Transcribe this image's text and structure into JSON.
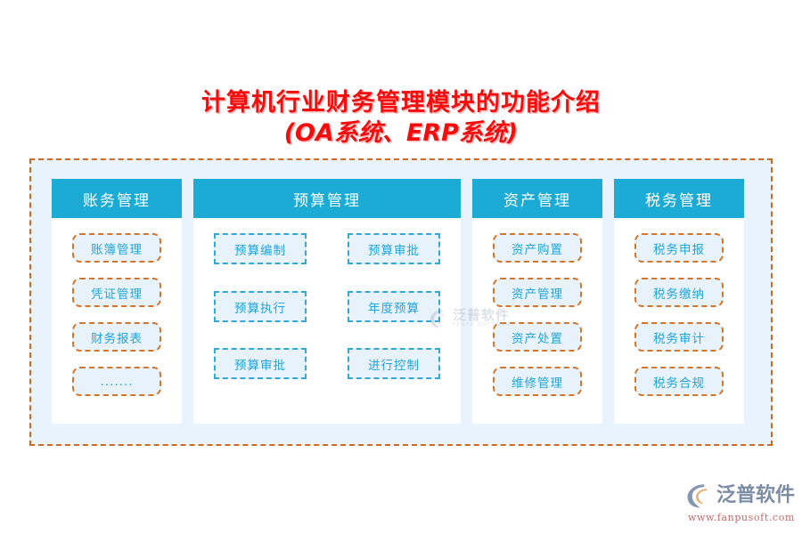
{
  "title": {
    "line1": "计算机行业财务管理模块的功能介绍",
    "line2": "(OA系统、ERP系统)",
    "color": "#f30d0d"
  },
  "theme": {
    "header_bg": "#1cabd4",
    "board_bg": "#e8f3fd",
    "board_border": "#cf6a20",
    "chip_bg": "#e7f2fb",
    "chip_text": "#22a5d8",
    "chip_border_orange": "#d2762c",
    "chip_border_cyan": "#33a8d6",
    "panel_bg": "#ffffff"
  },
  "panels": [
    {
      "header": "账务管理",
      "layout": "single",
      "border_style": "orange-rounded",
      "items": [
        {
          "label": "账簿管理"
        },
        {
          "label": "凭证管理"
        },
        {
          "label": "财务报表"
        },
        {
          "label": "......."
        }
      ]
    },
    {
      "header": "预算管理",
      "layout": "grid2",
      "border_style": "cyan-square",
      "items": [
        {
          "label": "预算编制"
        },
        {
          "label": "预算审批"
        },
        {
          "label": "预算执行"
        },
        {
          "label": "年度预算"
        },
        {
          "label": "预算审批"
        },
        {
          "label": "进行控制"
        }
      ]
    },
    {
      "header": "资产管理",
      "layout": "single",
      "border_style": "orange-rounded",
      "items": [
        {
          "label": "资产购置"
        },
        {
          "label": "资产管理"
        },
        {
          "label": "资产处置"
        },
        {
          "label": "维修管理"
        }
      ]
    },
    {
      "header": "税务管理",
      "layout": "single",
      "border_style": "orange-rounded",
      "items": [
        {
          "label": "税务申报"
        },
        {
          "label": "税务缴纳"
        },
        {
          "label": "税务审计"
        },
        {
          "label": "税务合规"
        }
      ]
    }
  ],
  "watermark": {
    "cn": "泛普软件",
    "en": "FANPU SOFTWARE"
  },
  "logo": {
    "cn": "泛普软件",
    "url": "www.fanpusoft.com"
  }
}
